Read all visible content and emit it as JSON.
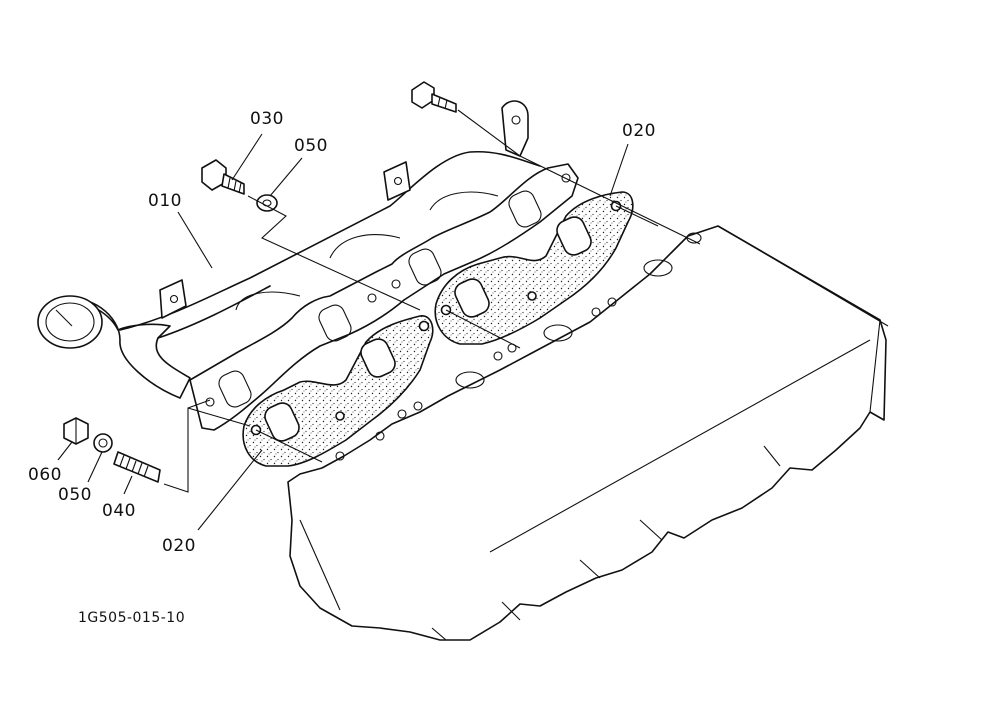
{
  "callouts": {
    "c010": "010",
    "c020_top": "020",
    "c020_bottom": "020",
    "c030": "030",
    "c050_top": "050",
    "c050_bottom": "050",
    "c060": "060",
    "c040": "040"
  },
  "reference_code": "1G505-015-10"
}
